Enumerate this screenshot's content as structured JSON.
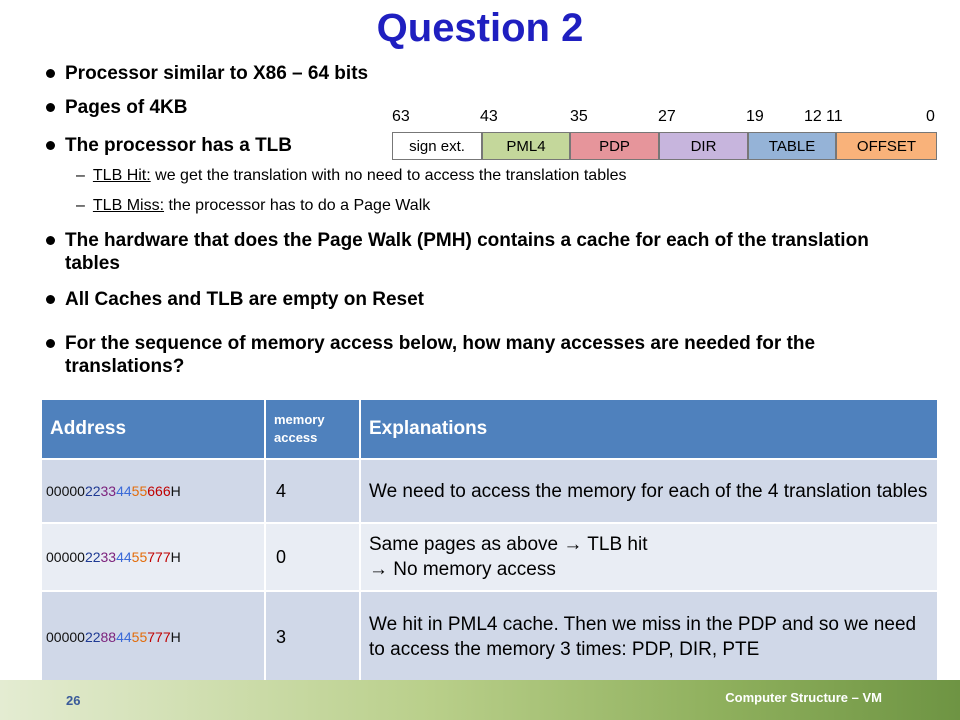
{
  "title": "Question 2",
  "bullets": [
    "Processor similar to X86 – 64 bits",
    "Pages of 4KB",
    "The processor has a TLB",
    "The hardware that does the Page Walk (PMH) contains a cache for each of the translation tables",
    "All Caches and TLB are empty on Reset",
    "For the sequence of memory access below, how many accesses are needed for the translations?"
  ],
  "sub_bullets": [
    {
      "label": "TLB Hit:",
      "text": " we get the translation with no need to access the translation tables"
    },
    {
      "label": "TLB Miss:",
      "text": " the processor has to do a Page Walk"
    }
  ],
  "address_format": {
    "bit_labels": [
      "63",
      "43",
      "35",
      "27",
      "19",
      "12",
      "11",
      "0"
    ],
    "fields": [
      {
        "name": "sign ext.",
        "color": "#ffffff"
      },
      {
        "name": "PML4",
        "color": "#c4d79b"
      },
      {
        "name": "PDP",
        "color": "#e6959b"
      },
      {
        "name": "DIR",
        "color": "#c7b5dd"
      },
      {
        "name": "TABLE",
        "color": "#95b3d7"
      },
      {
        "name": "OFFSET",
        "color": "#f9b27a"
      }
    ]
  },
  "table": {
    "headers": {
      "address": "Address",
      "memory_access": "memory access",
      "explanations": "Explanations"
    },
    "rows": [
      {
        "addr_parts": [
          "00000",
          "22",
          "33",
          "44",
          "55",
          "666",
          "H"
        ],
        "memory_access": "4",
        "explanation": "We need to access the memory for each of the 4 translation tables"
      },
      {
        "addr_parts": [
          "00000",
          "22",
          "33",
          "44",
          "55",
          "777",
          "H"
        ],
        "memory_access": "0",
        "explanation_line1": "Same pages as above  TLB hit",
        "explanation_line2": " No memory access"
      },
      {
        "addr_parts": [
          "00000",
          "22",
          "88",
          "44",
          "55",
          "777",
          "H"
        ],
        "memory_access": "3",
        "explanation": "We hit in PML4 cache. Then we miss in the PDP and so we need to access the memory 3 times: PDP, DIR, PTE"
      }
    ]
  },
  "footer": {
    "page_number": "26",
    "right_text": "Computer Structure – VM"
  },
  "colors": {
    "title": "#1f1fc0",
    "table_header": "#4f81bd",
    "row_dark": "#d0d8e8",
    "row_light": "#e9edf4"
  }
}
